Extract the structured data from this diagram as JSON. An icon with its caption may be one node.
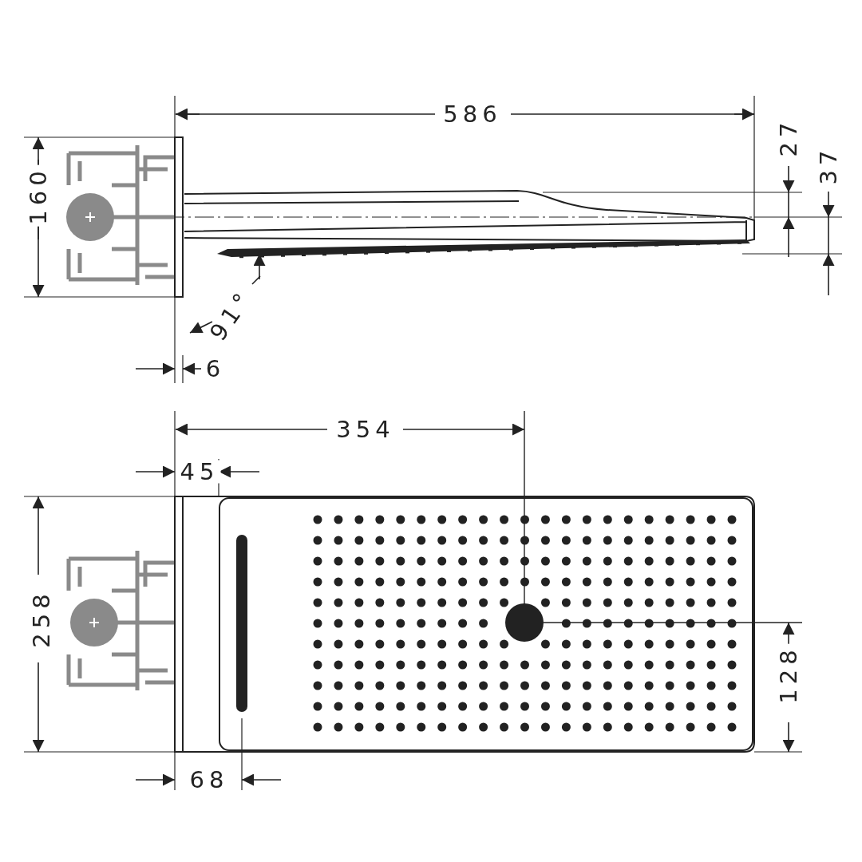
{
  "diagram": {
    "labels": [
      "586",
      "27",
      "37",
      "160",
      "91°",
      "6",
      "354",
      "45",
      "258",
      "128",
      "68"
    ]
  }
}
